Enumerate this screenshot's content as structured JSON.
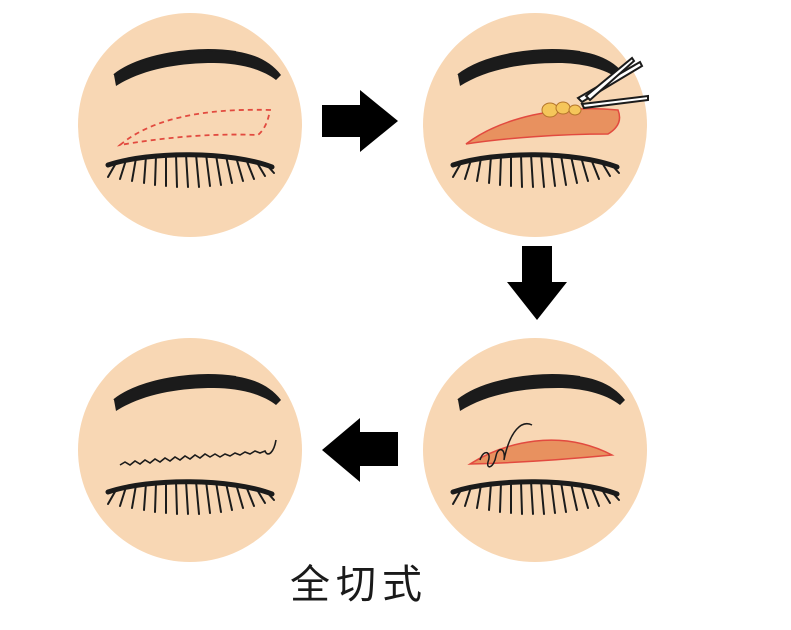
{
  "caption": "全切式",
  "colors": {
    "skin": "#f8d7b4",
    "incision": "#e24a3f",
    "fat_tissue": "#e8915f",
    "fat_globule": "#f5c65a",
    "lash": "#1b1b1b",
    "arrow": "#000000"
  },
  "steps": [
    {
      "name": "incision-marking",
      "icon": "dashed-incision-line"
    },
    {
      "name": "tissue-removal",
      "icon": "forceps-icon"
    },
    {
      "name": "suturing",
      "icon": "suture-needle-icon"
    },
    {
      "name": "sutured-result",
      "icon": "stitch-line-icon"
    }
  ],
  "arrows": [
    "arrow-right-icon",
    "arrow-down-icon",
    "arrow-left-icon"
  ]
}
